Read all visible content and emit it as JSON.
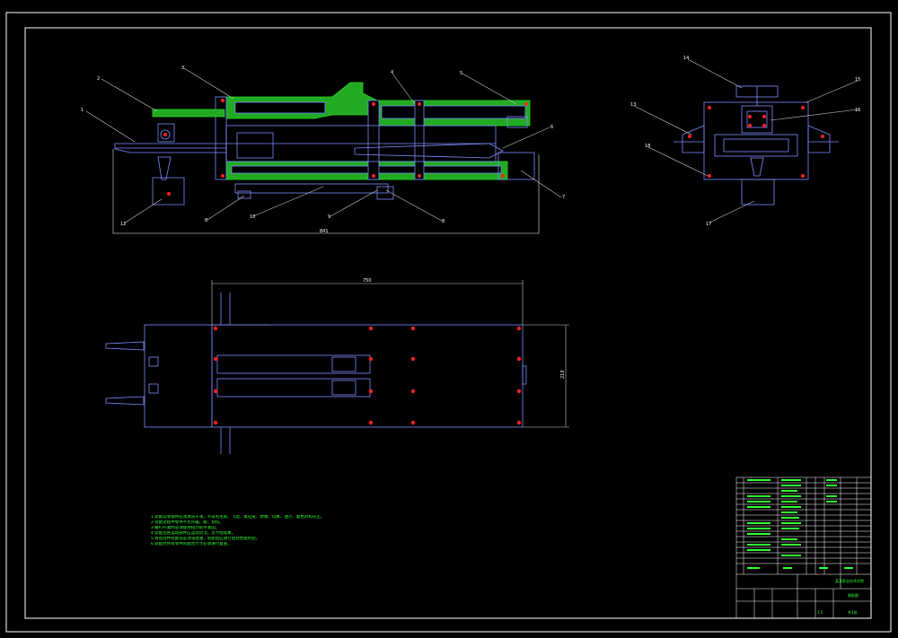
{
  "drawing": {
    "border_color": "#ffffff",
    "line_color": "#7f8cff",
    "hatch_color": "#22dd22",
    "bolt_color": "#ff2222",
    "dim_color": "#cccccc",
    "leader_color": "#cccccc",
    "text_color": "#33ff33"
  },
  "dimensions": {
    "length_top": "841",
    "length_plan": "750",
    "height_plan": "210"
  },
  "callouts_main": [
    "1",
    "2",
    "3",
    "4",
    "5",
    "6",
    "7",
    "8",
    "9",
    "10",
    "8",
    "12"
  ],
  "callouts_side": [
    "14",
    "15",
    "16",
    "13",
    "18",
    "17"
  ],
  "notes": [
    "1.装配前零部件必须清洗干净，不得有毛刺、飞边、氧化皮、锈蚀、切屑、油污、着色剂和灰尘。",
    "2.装配过程中零件不允许磕、碰、划伤。",
    "3.螺钉拧紧时必须使用扭力扳手紧固。",
    "4.装配后各运动部件应运动灵活，无卡阻现象。",
    "5.各密封件装配前必须浸透油，装配后应进行密封性能检验。",
    "6.装配时所有零件的配合尺寸必须进行复查。"
  ],
  "title_block": {
    "school": "某某职业技术学院",
    "drawing_name": "装配图",
    "scale": "1:5",
    "sheet": "共1张"
  }
}
